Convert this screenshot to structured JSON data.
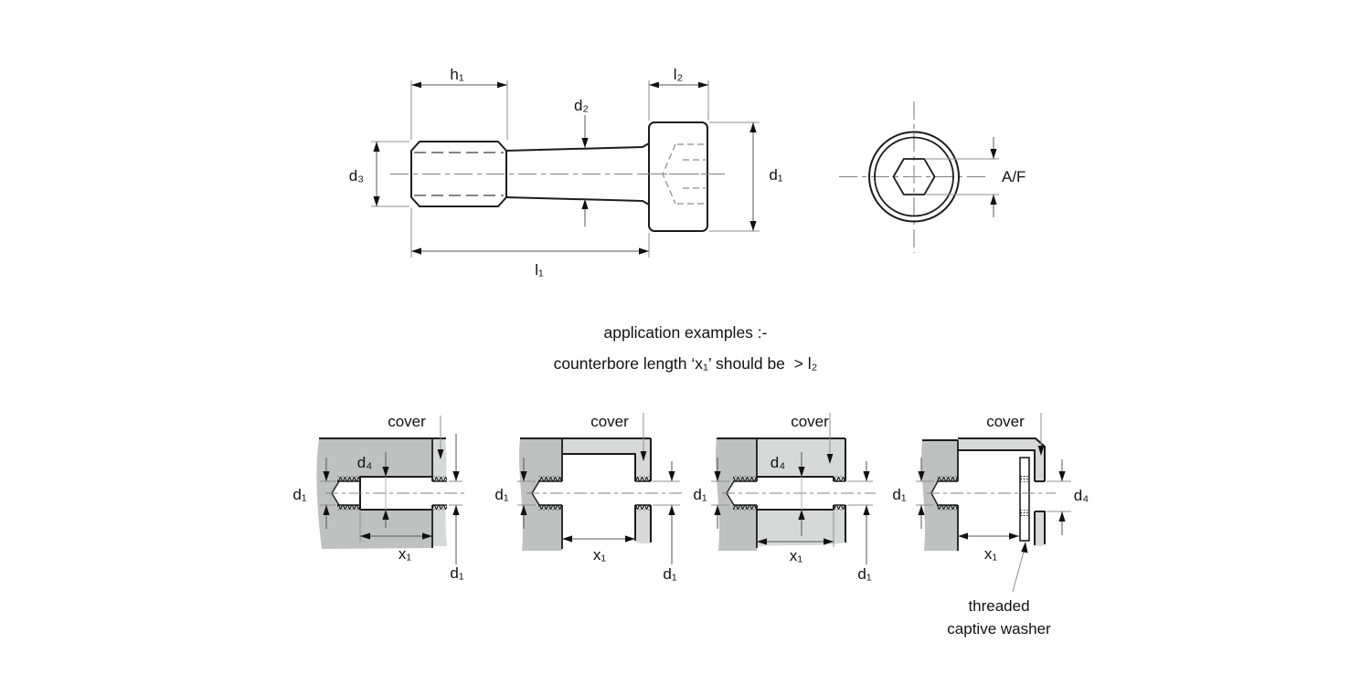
{
  "drawing": {
    "main_view": {
      "labels": {
        "h1": "h₁",
        "l2": "l₂",
        "d2": "d₂",
        "d3": "d₃",
        "d1": "d₁",
        "l1": "l₁"
      }
    },
    "end_view": {
      "labels": {
        "af": "A/F"
      }
    },
    "captions": {
      "line1": "application examples :-",
      "line2": "counterbore length ‘x₁’ should be  > l₂"
    },
    "examples": [
      {
        "labels": {
          "cover": "cover",
          "d4": "d₄",
          "d1_left": "d₁",
          "x1": "x₁",
          "d1_right": "d₁"
        }
      },
      {
        "labels": {
          "cover": "cover",
          "d1_left": "d₁",
          "x1": "x₁",
          "d1_right": "d₁"
        }
      },
      {
        "labels": {
          "cover": "cover",
          "d4": "d₄",
          "d1_left": "d₁",
          "x1": "x₁",
          "d1_right": "d₁"
        }
      },
      {
        "labels": {
          "cover": "cover",
          "d1_left": "d₁",
          "x1": "x₁",
          "d4_right": "d₄",
          "note_line1": "threaded",
          "note_line2": "captive washer"
        }
      }
    ],
    "colors": {
      "base_fill": "#bec1c0",
      "cover_fill": "#d7d9d8",
      "outline": "#1c1c1c",
      "dimension": "#555555",
      "extension": "#8f8f8f",
      "arrow": "#111111"
    }
  }
}
